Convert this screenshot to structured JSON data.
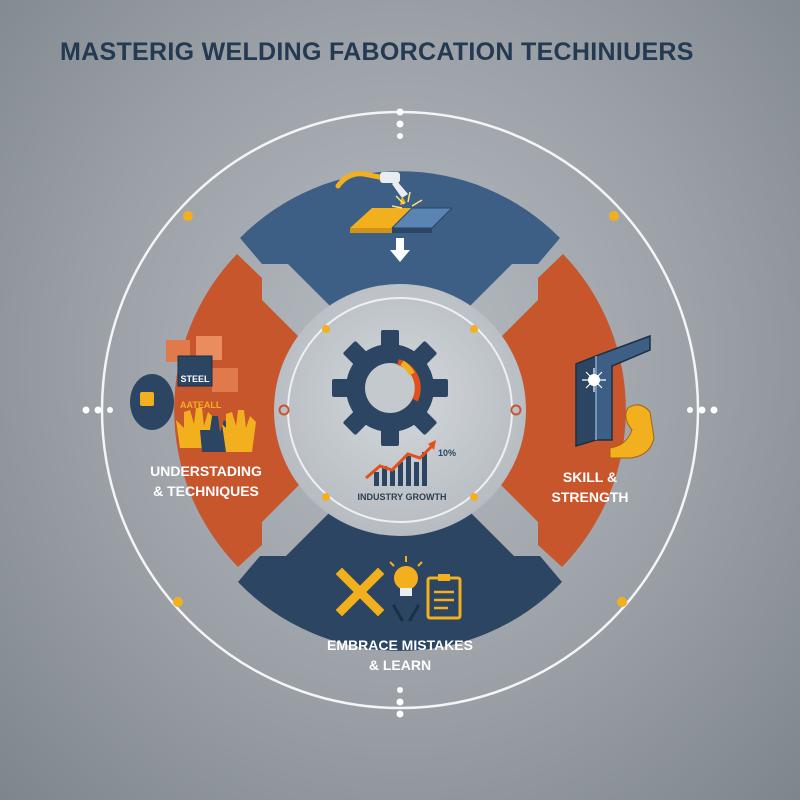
{
  "title": "MASTERIG WELDING FABORCATION TECHINIUERS",
  "segments": {
    "left": {
      "line1": "UNDERSTADING",
      "line2": "& TECHNIQUES"
    },
    "right": {
      "line1": "SKILL &",
      "line2": "STRENGTH"
    },
    "bottom": {
      "line1": "EMBRACE MISTAKES",
      "line2": "& LEARN"
    }
  },
  "hub": {
    "label": "INDUSTRY GROWTH",
    "percent": "10%"
  },
  "icon_labels": {
    "steel": "STEEL",
    "material": "AATEALL"
  },
  "icons": [
    "welding-torch-icon",
    "metal-plates-icon",
    "down-arrow-icon",
    "welding-helmet-icon",
    "steel-block-icon",
    "gloves-icon",
    "steel-beam-icon",
    "flexed-arm-icon",
    "gear-icon",
    "growth-chart-icon",
    "mistake-x-icon",
    "lightbulb-icon",
    "checklist-icon"
  ],
  "colors": {
    "blue": "#3d5f85",
    "navy": "#2b4563",
    "orange": "#c7562c",
    "accent_yellow": "#f2b01e",
    "title": "#243a52",
    "ring": "#f4f5f6"
  }
}
